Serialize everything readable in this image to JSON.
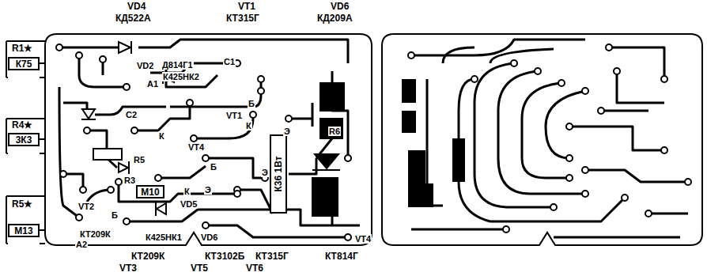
{
  "diagram": {
    "nodes": [
      {
        "text": [
          "К75"
        ]
      },
      {
        "text": [
          "3К3"
        ]
      },
      {
        "text": [
          "М13"
        ]
      },
      {
        "text": [
          "М10"
        ]
      },
      {
        "text": [
          "К36 1Вт"
        ]
      }
    ],
    "labels": [
      "VD4",
      "КД522А",
      "VT1",
      "КТ315Г",
      "VD6",
      "КД209А",
      "R1★",
      "R4★",
      "R5★",
      "VD2",
      "Д814Г1",
      "С1",
      "А1",
      "К425НК2",
      "С2",
      "Б",
      "VT1",
      "К",
      "VT4",
      "R5",
      "К",
      "Б",
      "Э",
      "R3",
      "VD5",
      "К",
      "Э",
      "Б",
      "VT2",
      "КТ209К",
      "А2",
      "К425НК1",
      "VD6",
      "R6",
      "Э",
      "VT4",
      "КТ209К",
      "VT3",
      "КТ3102Б",
      "VT5",
      "КТ315Г",
      "VT6",
      "КТ814Г"
    ]
  }
}
